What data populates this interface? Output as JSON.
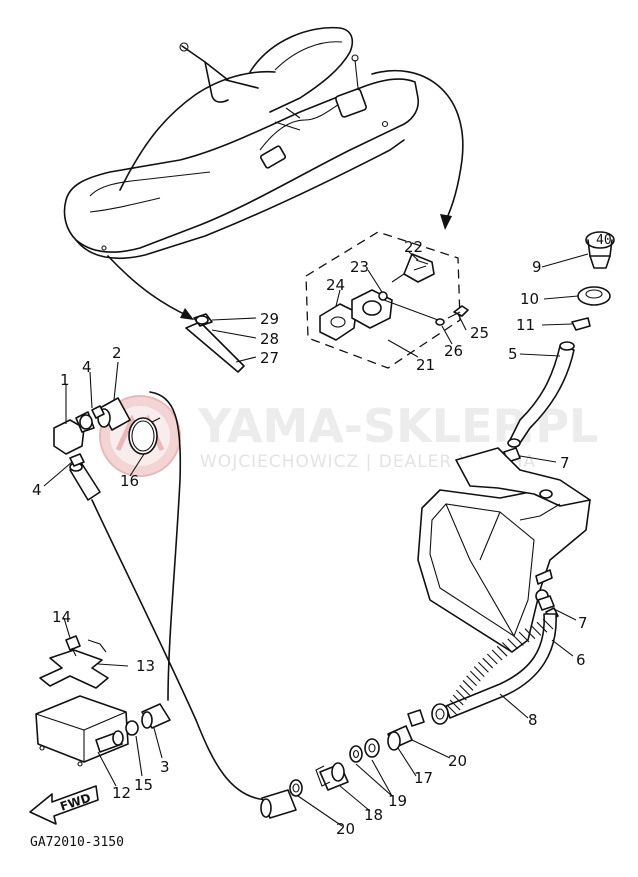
{
  "watermark": {
    "brand": "YAMA-SKLEP.PL",
    "dealer": "WOJCIECHOWICZ | DEALER YAMAHA"
  },
  "diagram_code": "GA72010-3150",
  "direction_label": "FWD",
  "callouts": {
    "p1": "1",
    "p2": "2",
    "p3": "3",
    "p4a": "4",
    "p4b": "4",
    "p5": "5",
    "p6": "6",
    "p7a": "7",
    "p7b": "7",
    "p8": "8",
    "p9": "9",
    "p10": "10",
    "p11": "11",
    "p12": "12",
    "p13": "13",
    "p14": "14",
    "p15": "15",
    "p16": "16",
    "p17": "17",
    "p18": "18",
    "p19": "19",
    "p20a": "20",
    "p20b": "20",
    "p21": "21",
    "p22": "22",
    "p23": "23",
    "p24": "24",
    "p25": "25",
    "p26": "26",
    "p27": "27",
    "p28": "28",
    "p29": "29"
  }
}
